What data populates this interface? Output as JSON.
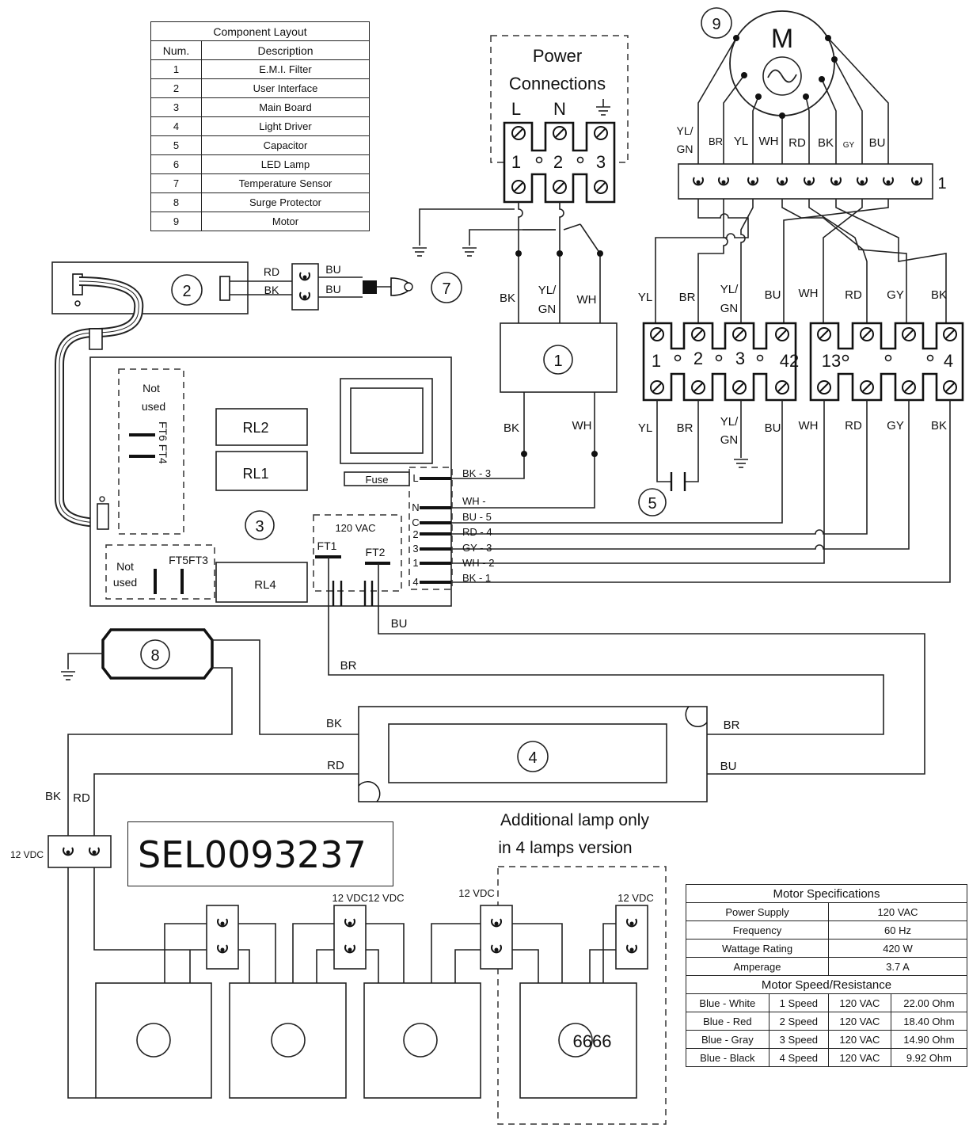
{
  "component_layout": {
    "title": "Component Layout",
    "col_num": "Num.",
    "col_desc": "Description",
    "rows": [
      {
        "num": "1",
        "desc": "E.M.I. Filter"
      },
      {
        "num": "2",
        "desc": "User Interface"
      },
      {
        "num": "3",
        "desc": "Main Board"
      },
      {
        "num": "4",
        "desc": "Light Driver"
      },
      {
        "num": "5",
        "desc": "Capacitor"
      },
      {
        "num": "6",
        "desc": "LED Lamp"
      },
      {
        "num": "7",
        "desc": "Temperature Sensor"
      },
      {
        "num": "8",
        "desc": "Surge Protector"
      },
      {
        "num": "9",
        "desc": "Motor"
      }
    ]
  },
  "power": {
    "title1": "Power",
    "title2": "Connections",
    "l": "L",
    "n": "N",
    "t1": "1",
    "t2": "2",
    "t3": "3"
  },
  "motor": {
    "symbol": "M",
    "num": "9",
    "strip_num": "1"
  },
  "motor_wires": [
    "YL/",
    "GN",
    "BR",
    "YL",
    "WH",
    "RD",
    "BK",
    "GY",
    "BU"
  ],
  "strip_a_top": [
    "YL",
    "BR",
    "YL/",
    "GN",
    "BU"
  ],
  "strip_b_top": [
    "WH",
    "RD",
    "GY",
    "BK"
  ],
  "strip_a_nums": [
    "1",
    "2",
    "3",
    "42"
  ],
  "strip_b_nums": [
    "13",
    "4"
  ],
  "strip_a_bottom": [
    "YL",
    "BR",
    "YL/",
    "GN",
    "BU"
  ],
  "strip_b_bottom": [
    "WH",
    "RD",
    "GY",
    "BK"
  ],
  "emi": {
    "num": "1",
    "in_bk": "BK",
    "in_ylgn1": "YL/",
    "in_ylgn2": "GN",
    "in_wh": "WH",
    "out_bk": "BK",
    "out_wh": "WH"
  },
  "capacitor_num": "5",
  "ui": {
    "num": "2",
    "rd": "RD",
    "bk": "BK",
    "bu1": "BU",
    "bu2": "BU"
  },
  "sensor_num": "7",
  "board": {
    "num": "3",
    "rl2": "RL2",
    "rl1": "RL1",
    "rl4": "RL4",
    "fuse": "Fuse",
    "not1": "Not",
    "used1": "used",
    "ft6ft4": "FT6 FT4",
    "not2": "Not",
    "used2": "used",
    "ft5ft3": "FT5FT3",
    "vac": "120 VAC",
    "ft1": "FT1",
    "ft2": "FT2",
    "pins": [
      "L",
      "N",
      "C",
      "2",
      "3",
      "1",
      "4"
    ],
    "wires": [
      "BK - 3",
      "WH -",
      "BU - 5",
      "RD - 4",
      "GY - 3",
      "WH - 2",
      "BK - 1"
    ]
  },
  "lower_wires": {
    "bu": "BU",
    "br": "BR",
    "bk": "BK",
    "br2": "BR",
    "rd": "RD",
    "bu2": "BU",
    "bk2": "BK",
    "rd2": "RD"
  },
  "surge_num": "8",
  "driver_num": "4",
  "additional1": "Additional lamp only",
  "additional2": "in 4 lamps version",
  "label_code": "SEL0093237",
  "vdc": [
    "12 VDC",
    "12 VDC12 VDC",
    "12 VDC",
    "12 VDC"
  ],
  "lamp_num": "6666",
  "motor_spec": {
    "title": "Motor Specifications",
    "rows": [
      {
        "k": "Power Supply",
        "v": "120 VAC"
      },
      {
        "k": "Frequency",
        "v": "60 Hz"
      },
      {
        "k": "Wattage Rating",
        "v": "420 W"
      },
      {
        "k": "Amperage",
        "v": "3.7 A"
      }
    ],
    "speed_title": "Motor Speed/Resistance",
    "speed_rows": [
      {
        "pair": "Blue - White",
        "speed": "1 Speed",
        "volt": "120 VAC",
        "ohm": "22.00 Ohm"
      },
      {
        "pair": "Blue - Red",
        "speed": "2 Speed",
        "volt": "120 VAC",
        "ohm": "18.40 Ohm"
      },
      {
        "pair": "Blue - Gray",
        "speed": "3 Speed",
        "volt": "120 VAC",
        "ohm": "14.90 Ohm"
      },
      {
        "pair": "Blue - Black",
        "speed": "4 Speed",
        "volt": "120 VAC",
        "ohm": "9.92 Ohm"
      }
    ]
  }
}
